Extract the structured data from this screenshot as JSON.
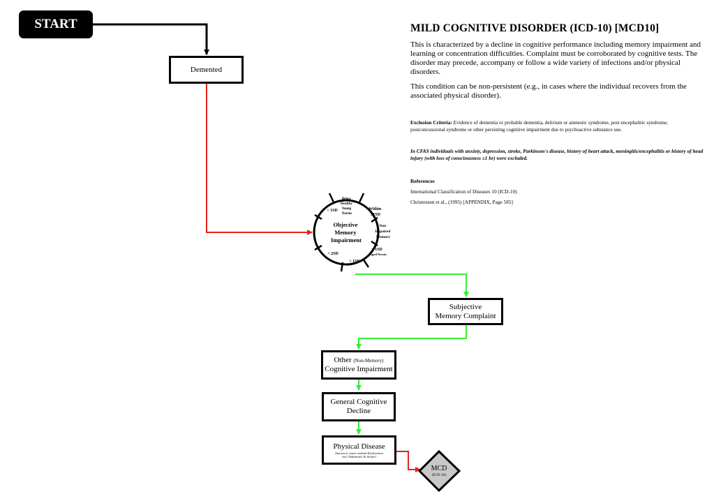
{
  "flow": {
    "start": "START",
    "demented": "Demented",
    "wheel": {
      "center": [
        "Objective",
        "Memory",
        "Impairment"
      ],
      "top": [
        "Below",
        "Healthy",
        "Young",
        "Norms"
      ],
      "top_right": [
        "Within",
        "±1SD"
      ],
      "right": [
        "Non",
        "Impaired",
        "Memory"
      ],
      "bottom_right": [
        "< 1SD",
        "Aged Norms"
      ],
      "bottom": "< 1SD",
      "bottom_left": "< 2SD",
      "top_left": "> 1SD"
    },
    "subjective": [
      "Subjective",
      "Memory Complaint"
    ],
    "other": {
      "prefix": "Other",
      "note": "(Non-Memory)",
      "line2": "Cognitive Impairment"
    },
    "general": [
      "General Cognitive",
      "Decline"
    ],
    "physical": {
      "title": "Physical Disease",
      "note1": "(known to cause cerebral Dysfunction",
      "note2": "incl. Parkinson's & Stroke)"
    },
    "mcd": {
      "label": "MCD",
      "sub": "(ICD-10)"
    }
  },
  "colors": {
    "black": "#000000",
    "red": "#e5231b",
    "green": "#33ee33",
    "diamond": "#c8c8c8"
  },
  "panel": {
    "title": "MILD COGNITIVE DISORDER (ICD-10) [MCD10]",
    "para1": "This is characterized by a decline in cognitive performance including memory impairment and learning or concentration difficulties. Complaint must be corroborated by cognitive tests. The disorder may precede, accompany or follow a wide variety of infections and/or physical disorders.",
    "para2": "This condition can be non-persistent (e.g., in cases where the individual recovers from the associated physical disorder).",
    "exclusion_label": "Exclusion Criteria:",
    "exclusion_text": " Evidence of dementia or probable dementia, delirium or amnestic syndrome, post encephalitic syndrome, postconcussional syndrome or other persisting cognitive impairment due to psychoactive substance use.",
    "cfas": "In CFAS individuals with anxiety, depression, stroke, Parkinson's disease, history of heart attack, meningitis/encephalitis or history of head injury (with loss of consciousness ≥1 hr) were excluded.",
    "references_title": "References",
    "ref1": "International Classification of Diseases 10 (ICD-10)",
    "ref2": "Christensen et al., (1995) [APPENDIX, Page 585]"
  }
}
